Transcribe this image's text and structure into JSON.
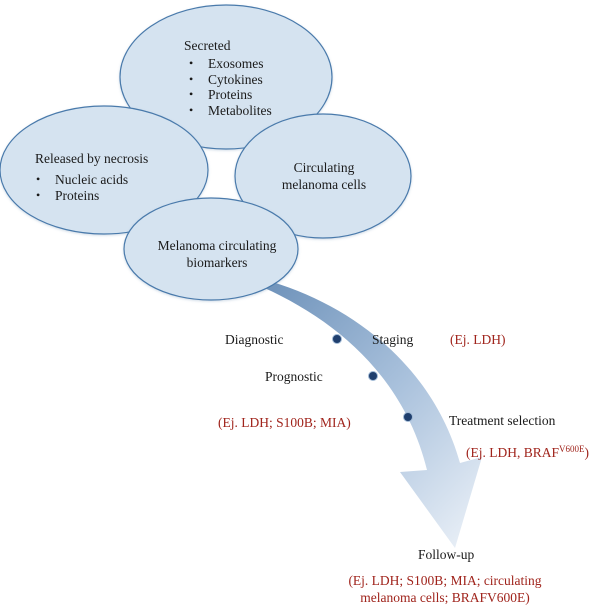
{
  "secreted": {
    "title": "Secreted",
    "items": [
      "Exosomes",
      "Cytokines",
      "Proteins",
      "Metabolites"
    ]
  },
  "necrosis": {
    "title": "Released by necrosis",
    "items": [
      "Nucleic acids",
      "Proteins"
    ]
  },
  "circulating_cells": {
    "line1": "Circulating",
    "line2": "melanoma cells"
  },
  "biomarkers": {
    "line1": "Melanoma circulating",
    "line2": "biomarkers"
  },
  "stages": {
    "diagnostic": "Diagnostic",
    "staging": "Staging",
    "prognostic": "Prognostic",
    "treatment_selection": "Treatment selection",
    "follow_up": "Follow-up"
  },
  "examples": {
    "staging": "(Ej. LDH)",
    "prognostic": "(Ej. LDH; S100B; MIA)",
    "treatment_prefix": "(Ej. LDH, BRAF",
    "treatment_sup": "V600E",
    "treatment_suffix": ")",
    "follow_up_line1": "(Ej. LDH; S100B; MIA; circulating",
    "follow_up_line2": "melanoma cells; BRAFV600E)"
  },
  "colors": {
    "ellipse_fill": "#d5e3f0",
    "ellipse_stroke": "#4a7aab",
    "arrow_dark": "#6c90b7",
    "arrow_light": "#eef3f9",
    "dot": "#1f3f6e",
    "example_text": "#a0241c"
  }
}
